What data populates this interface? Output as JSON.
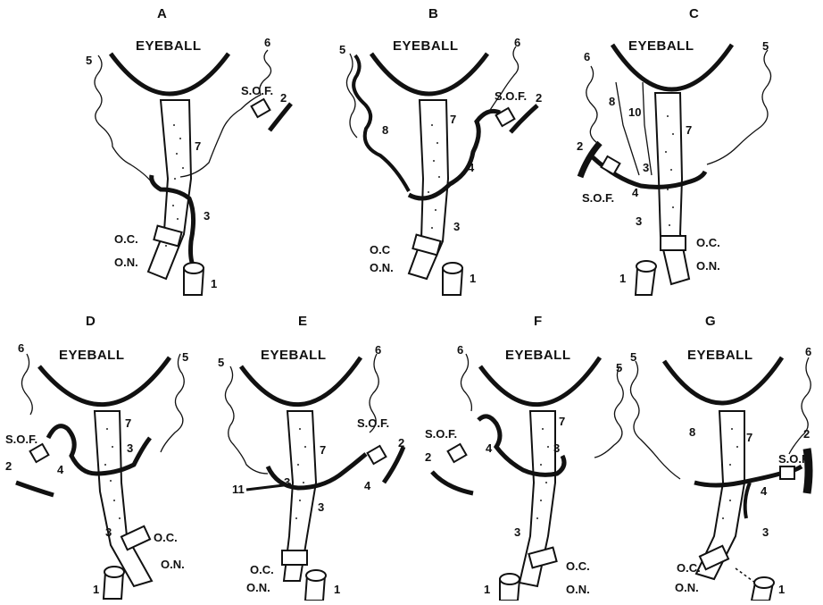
{
  "figure": {
    "panels": [
      {
        "letter": "A",
        "eyeball": "EYEBALL",
        "labels": {
          "sof": "S.O.F.",
          "oc": "O.C.",
          "on": "O.N.",
          "n1": "1",
          "n2": "2",
          "n3": "3",
          "n5": "5",
          "n6": "6",
          "n7": "7"
        }
      },
      {
        "letter": "B",
        "eyeball": "EYEBALL",
        "labels": {
          "sof": "S.O.F.",
          "oc": "O.C",
          "on": "O.N.",
          "n1": "1",
          "n2": "2",
          "n3": "3",
          "n4": "4",
          "n5": "5",
          "n6": "6",
          "n7": "7",
          "n8": "8"
        }
      },
      {
        "letter": "C",
        "eyeball": "EYEBALL",
        "labels": {
          "sof": "S.O.F.",
          "oc": "O.C.",
          "on": "O.N.",
          "n1": "1",
          "n2": "2",
          "n3": "3",
          "n4": "4",
          "n5": "5",
          "n6": "6",
          "n7": "7",
          "n8": "8",
          "n10": "10"
        }
      },
      {
        "letter": "D",
        "eyeball": "EYEBALL",
        "labels": {
          "sof": "S.O.F.",
          "oc": "O.C.",
          "on": "O.N.",
          "n1": "1",
          "n2": "2",
          "n3": "3",
          "n4": "4",
          "n5": "5",
          "n6": "6",
          "n7": "7"
        }
      },
      {
        "letter": "E",
        "eyeball": "EYEBALL",
        "labels": {
          "sof": "S.O.F.",
          "oc": "O.C.",
          "on": "O.N.",
          "n1": "1",
          "n2": "2",
          "n3": "3",
          "n4": "4",
          "n5": "5",
          "n6": "6",
          "n7": "7",
          "n11": "11"
        }
      },
      {
        "letter": "F",
        "eyeball": "EYEBALL",
        "labels": {
          "sof": "S.O.F.",
          "oc": "O.C.",
          "on": "O.N.",
          "n1": "1",
          "n2": "2",
          "n3": "3",
          "n4": "4",
          "n5": "5",
          "n6": "6",
          "n7": "7"
        }
      },
      {
        "letter": "G",
        "eyeball": "EYEBALL",
        "labels": {
          "sof": "S.O.F.",
          "oc": "O.C.",
          "on": "O.N.",
          "n1": "1",
          "n2": "2",
          "n3": "3",
          "n4": "4",
          "n5": "5",
          "n6": "6",
          "n7": "7",
          "n8": "8"
        }
      }
    ]
  }
}
